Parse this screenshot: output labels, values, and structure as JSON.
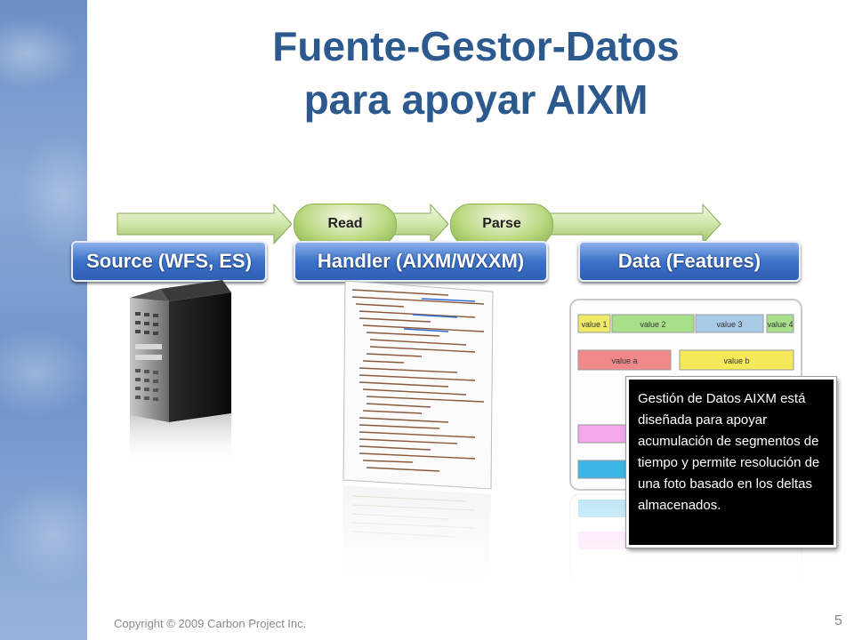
{
  "title": {
    "line1": "Fuente-Gestor-Datos",
    "line2": "para apoyar AIXM"
  },
  "flow": {
    "read_label": "Read",
    "parse_label": "Parse",
    "source_label": "Source (WFS, ES)",
    "handler_label": "Handler (AIXM/WXXM)",
    "data_label": "Data (Features)"
  },
  "data_panel": {
    "bars": [
      "value 1",
      "value 2",
      "value 3",
      "value 4",
      "value a",
      "value b"
    ]
  },
  "tooltip_text": "Gestión de Datos AIXM está diseñada para apoyar acumulación de segmentos de tiempo y permite resolución de una foto basado en los deltas almacenados.",
  "footer": {
    "copyright": "Copyright © 2009 Carbon Project Inc.",
    "page": "5"
  },
  "colors": {
    "title": "#2c5a8f",
    "label_blue": "#3d72c8",
    "pill_green": "#b9d880",
    "arrow_green": "#cfe6a8"
  }
}
